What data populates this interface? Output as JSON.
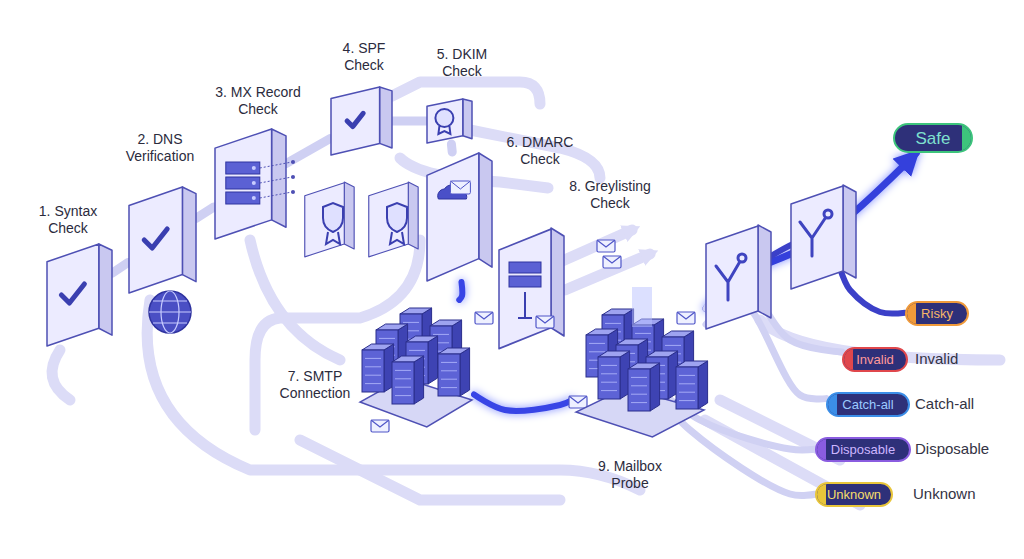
{
  "diagram": {
    "nodes": [
      {
        "text": [
          "1. Syntax Check"
        ]
      },
      {
        "text": [
          "2. DNS Verification"
        ]
      },
      {
        "text": [
          "3. MX Record Check"
        ]
      },
      {
        "text": [
          "4. SPF Check"
        ]
      },
      {
        "text": [
          "5. DKIM Check"
        ]
      },
      {
        "text": [
          "6. DMARC Check"
        ]
      },
      {
        "text": [
          "7. SMTP Connection"
        ]
      },
      {
        "text": [
          "9. Mailbox Probe"
        ]
      },
      {
        "text": [
          "Safe"
        ]
      },
      {
        "text": [
          "Risky"
        ]
      },
      {
        "text": [
          "Invalid"
        ]
      },
      {
        "text": [
          "Catch-all"
        ]
      },
      {
        "text": [
          "Disposable"
        ]
      },
      {
        "text": [
          "Unknown"
        ]
      }
    ],
    "edges": [
      {
        "from": 0,
        "to": 1,
        "arrow": "none"
      },
      {
        "from": 1,
        "to": 2,
        "arrow": "none"
      },
      {
        "from": 2,
        "to": 3,
        "arrow": "none"
      },
      {
        "from": 3,
        "to": 4,
        "arrow": "none"
      },
      {
        "from": 4,
        "to": 5,
        "arrow": "none"
      },
      {
        "from": 5,
        "to": 6,
        "arrow": "none"
      },
      {
        "from": 6,
        "to": 7,
        "arrow": "none"
      },
      {
        "from": 7,
        "to": 8,
        "arrow": "to"
      },
      {
        "from": 7,
        "to": 9,
        "arrow": "none"
      },
      {
        "from": 7,
        "to": 10,
        "arrow": "none"
      },
      {
        "from": 7,
        "to": 11,
        "arrow": "none"
      },
      {
        "from": 7,
        "to": 12,
        "arrow": "none"
      },
      {
        "from": 7,
        "to": 13,
        "arrow": "none"
      }
    ],
    "labels": [
      "8. Greylisting Check",
      "Invalid",
      "Catch-all",
      "Disposable",
      "Unknown"
    ]
  }
}
